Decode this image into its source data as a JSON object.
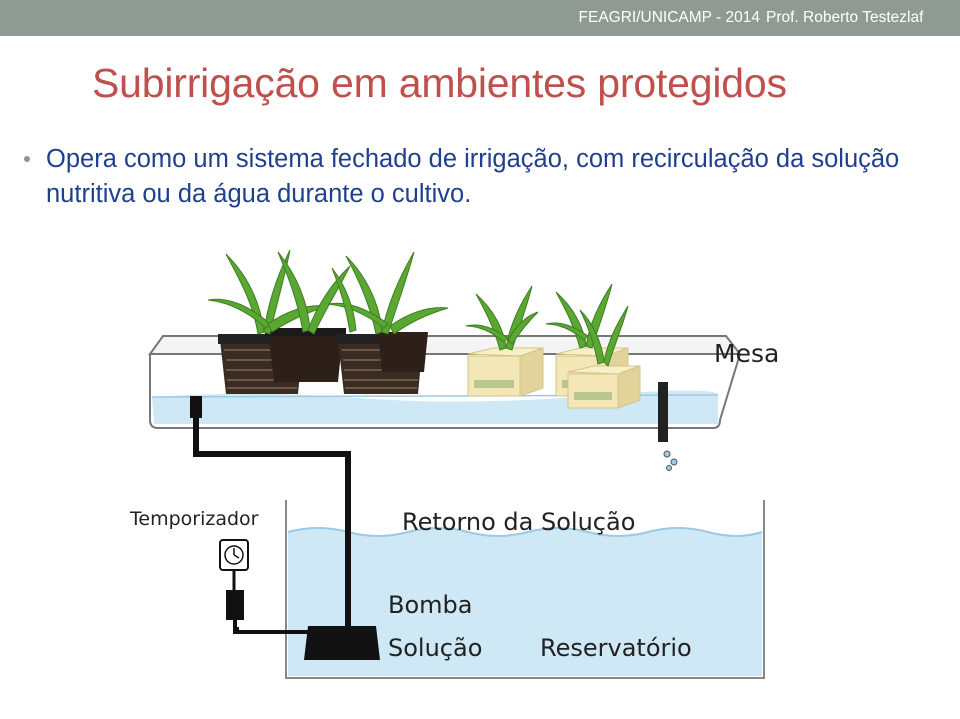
{
  "header": {
    "course": "FEAGRI/UNICAMP - 2014",
    "author": "Prof. Roberto Testezlaf"
  },
  "slide": {
    "title": "Subirrigação em ambientes protegidos",
    "bullets": [
      "Opera como um sistema fechado de irrigação, com recirculação da solução nutritiva ou da água durante o cultivo."
    ]
  },
  "figure": {
    "labels": {
      "mesa": "Mesa",
      "temporizador": "Temporizador",
      "retorno": "Retorno da Solução",
      "bomba": "Bomba",
      "solucao": "Solução",
      "reservatorio": "Reservatório"
    },
    "colors": {
      "water": "#cfe8f6",
      "water_dark": "#b4d8ee",
      "pot": "#3a2c22",
      "pipe": "#111111",
      "leaf": "#4c9a2a",
      "block": "#f3e7b8"
    }
  }
}
